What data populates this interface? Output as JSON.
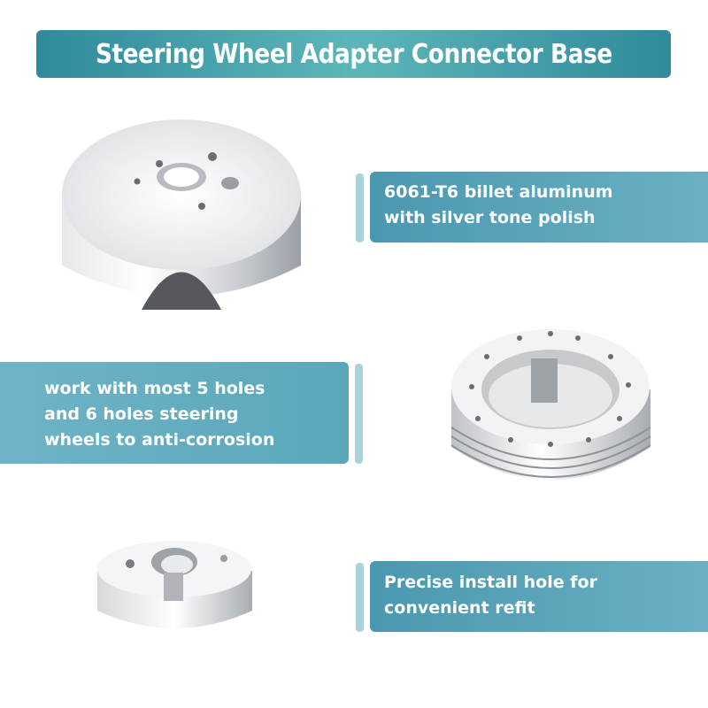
{
  "title": "Steering Wheel Adapter Connector Base",
  "callouts": {
    "material": [
      "6061-T6 billet aluminum",
      "with silver tone polish"
    ],
    "compatibility": [
      "work with most 5 holes",
      "and 6 holes steering",
      "wheels to anti-corrosion"
    ],
    "install": [
      "Precise install hole for",
      "convenient refit"
    ]
  },
  "colors": {
    "banner": "#2f8a9c",
    "callout_bar": "#4a98b0",
    "tick": "#a9d2dc",
    "metal": "#c8ccd0"
  },
  "images": [
    "adapter-top-view-image",
    "adapter-ring-view-image",
    "adapter-side-view-image"
  ]
}
